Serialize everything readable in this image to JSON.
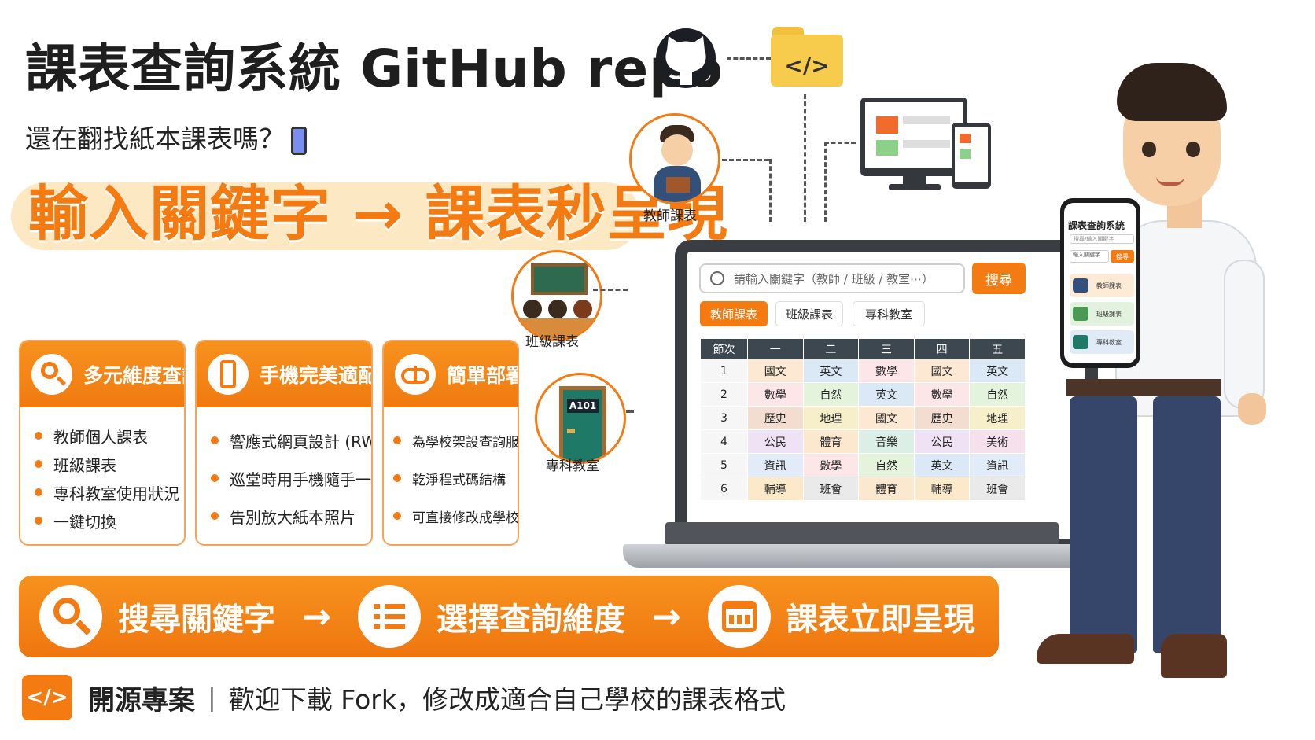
{
  "header": {
    "title": "課表查詢系統 GitHub repo",
    "subtitle": "還在翻找紙本課表嗎？",
    "hero": "輸入關鍵字 → 課表秒呈現"
  },
  "features": [
    {
      "title": "多元維度查詢",
      "icon": "search-icon",
      "items": [
        "教師個人課表",
        "班級課表",
        "專科教室使用狀況",
        "一鍵切換"
      ]
    },
    {
      "title": "手機完美適配",
      "icon": "mobile-icon",
      "items": [
        "響應式網頁設計 (RWD)",
        "巡堂時用手機隨手一查",
        "告別放大紙本照片"
      ]
    },
    {
      "title": "簡單部署",
      "icon": "cloud-upload-icon",
      "items": [
        "為學校架設查詢服務",
        "乾淨程式碼結構",
        "可直接修改成學校版本"
      ]
    }
  ],
  "flow": {
    "steps": [
      {
        "label": "搜尋關鍵字",
        "icon": "search-icon"
      },
      {
        "label": "選擇查詢維度",
        "icon": "list-icon"
      },
      {
        "label": "課表立即呈現",
        "icon": "calendar-icon"
      }
    ],
    "arrow": "→"
  },
  "footer": {
    "code_icon": "</>",
    "bold": "開源專案",
    "separator": "|",
    "text": "歡迎下載 Fork，修改成適合自己學校的課表格式"
  },
  "diagram": {
    "folder_code": "</>",
    "teacher_label": "教師課表",
    "class_label": "班級課表",
    "room_label": "專科教室",
    "room_sign": "A101"
  },
  "laptop": {
    "search_placeholder": "請輸入關鍵字（教師 / 班級 / 教室⋯）",
    "search_button": "搜尋",
    "tabs": [
      "教師課表",
      "班級課表",
      "專科教室"
    ],
    "schedule": {
      "headers": [
        "節次",
        "一",
        "二",
        "三",
        "四",
        "五"
      ],
      "rows": [
        [
          "1",
          "國文",
          "英文",
          "數學",
          "國文",
          "英文"
        ],
        [
          "2",
          "數學",
          "自然",
          "英文",
          "數學",
          "自然"
        ],
        [
          "3",
          "歷史",
          "地理",
          "國文",
          "歷史",
          "地理"
        ],
        [
          "4",
          "公民",
          "體育",
          "音樂",
          "公民",
          "美術"
        ],
        [
          "5",
          "資訊",
          "數學",
          "自然",
          "英文",
          "資訊"
        ],
        [
          "6",
          "輔導",
          "班會",
          "體育",
          "輔導",
          "班會"
        ]
      ]
    }
  },
  "phone": {
    "title": "課表查詢系統",
    "search_placeholder": "搜尋/輸入關鍵字",
    "input_text": "輸入關鍵字",
    "search_button": "搜尋",
    "items": [
      "教師課表",
      "班級課表",
      "專科教室"
    ]
  },
  "colors": {
    "accent": "#f47a12",
    "hero_bg": "#fde8c4",
    "dark": "#3c4750"
  }
}
